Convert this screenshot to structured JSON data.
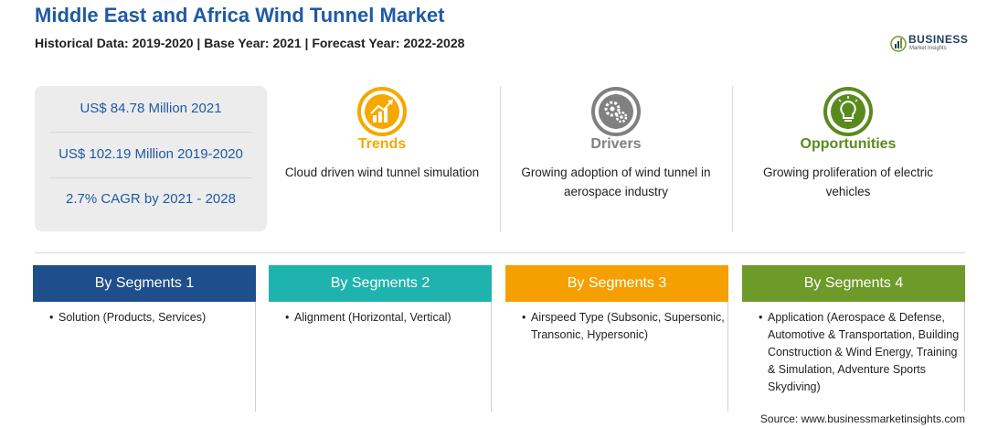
{
  "header": {
    "title": "Middle East and Africa Wind Tunnel Market",
    "subtitle": "Historical Data: 2019-2020 | Base Year: 2021 | Forecast Year: 2022-2028"
  },
  "logo": {
    "name": "BUSINESS",
    "tagline": "Market Insights"
  },
  "stats": [
    "US$ 84.78 Million 2021",
    "US$ 102.19 Million 2019-2020",
    "2.7% CAGR by 2021 - 2028"
  ],
  "factors": [
    {
      "title": "Trends",
      "text": "Cloud driven wind tunnel simulation",
      "color": "#f5a800",
      "icon": "chart-icon"
    },
    {
      "title": "Drivers",
      "text": "Growing adoption of wind tunnel in aerospace industry",
      "color": "#808080",
      "icon": "gears-icon"
    },
    {
      "title": "Opportunities",
      "text": "Growing proliferation of electric vehicles",
      "color": "#5a8a1e",
      "icon": "lightbulb-icon"
    }
  ],
  "segments": [
    {
      "title": "By Segments 1",
      "color": "#1f4e8c",
      "item": "Solution (Products, Services)"
    },
    {
      "title": "By Segments 2",
      "color": "#1fb3ad",
      "item": "Alignment (Horizontal, Vertical)"
    },
    {
      "title": "By Segments 3",
      "color": "#f5a000",
      "item": "Airspeed Type (Subsonic, Supersonic, Transonic, Hypersonic)"
    },
    {
      "title": "By Segments 4",
      "color": "#6e9a2a",
      "item": "Application (Aerospace & Defense, Automotive & Transportation, Building Construction & Wind Energy, Training & Simulation, Adventure Sports Skydiving)"
    }
  ],
  "source": "Source: www.businessmarketinsights.com"
}
